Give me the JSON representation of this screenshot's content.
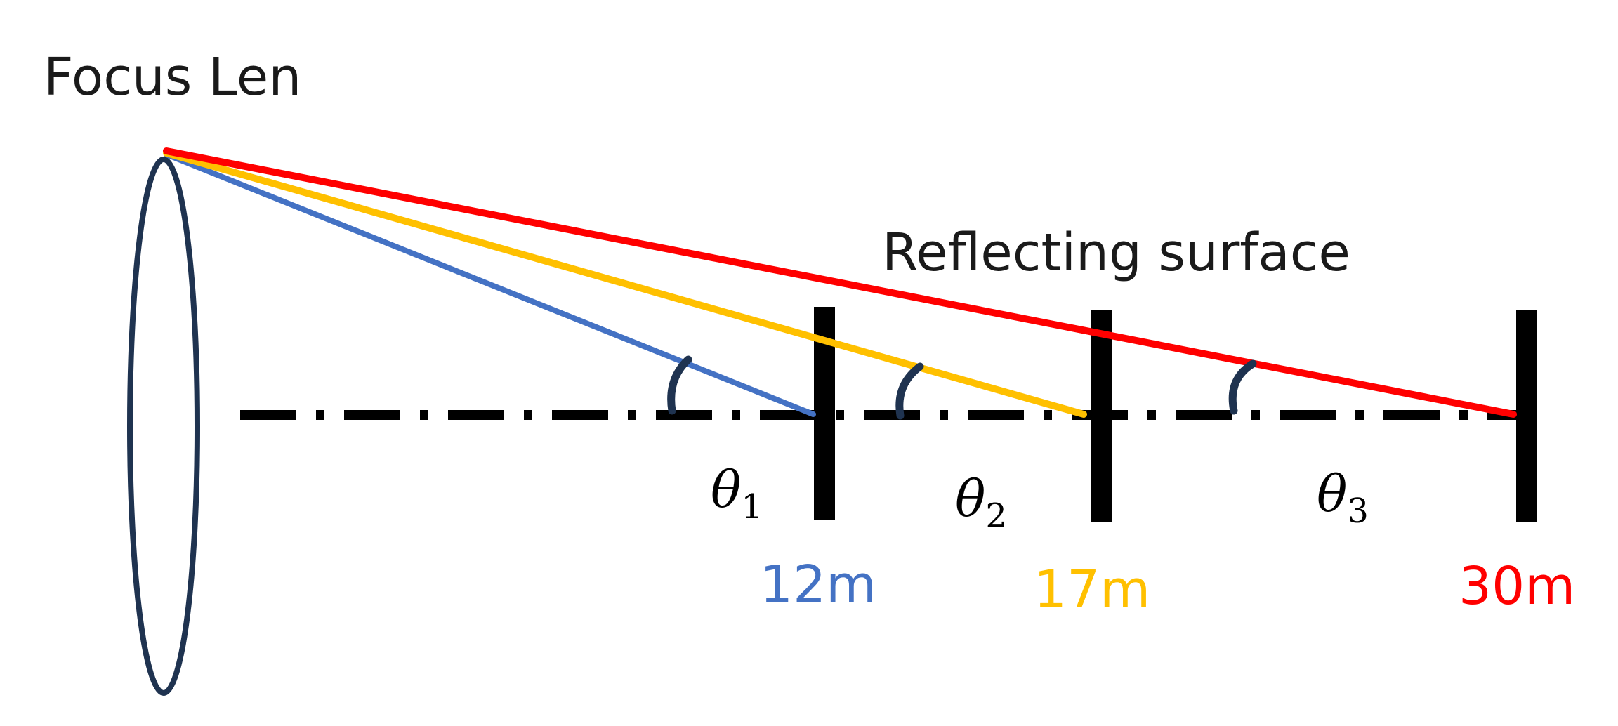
{
  "lens_label": "Focus Len",
  "surface_label": "Reflecting surface",
  "distances": [
    {
      "label": "12m",
      "value_m": 12,
      "color": "#4472C4",
      "angle_symbol": "θ",
      "angle_index": "1"
    },
    {
      "label": "17m",
      "value_m": 17,
      "color": "#FFC000",
      "angle_symbol": "θ",
      "angle_index": "2"
    },
    {
      "label": "30m",
      "value_m": 30,
      "color": "#FF0000",
      "angle_symbol": "θ",
      "angle_index": "3"
    }
  ],
  "colors": {
    "lens": "#1F3350",
    "axis": "#000000",
    "surface": "#000000",
    "arc": "#1F3350",
    "text": "#1a1a1a"
  }
}
